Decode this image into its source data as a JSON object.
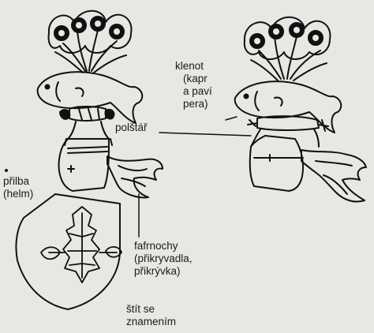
{
  "labels": {
    "klenot": [
      "klenot",
      "(kapr",
      "a paví",
      "pera)"
    ],
    "polstar": "polštář",
    "prilba": [
      "přilba",
      "(helm)"
    ],
    "fafrnochy": [
      "fafrnochy",
      "(přikryvadla,",
      "přikrývka)"
    ],
    "stit": [
      "štít se",
      "znamením"
    ]
  }
}
